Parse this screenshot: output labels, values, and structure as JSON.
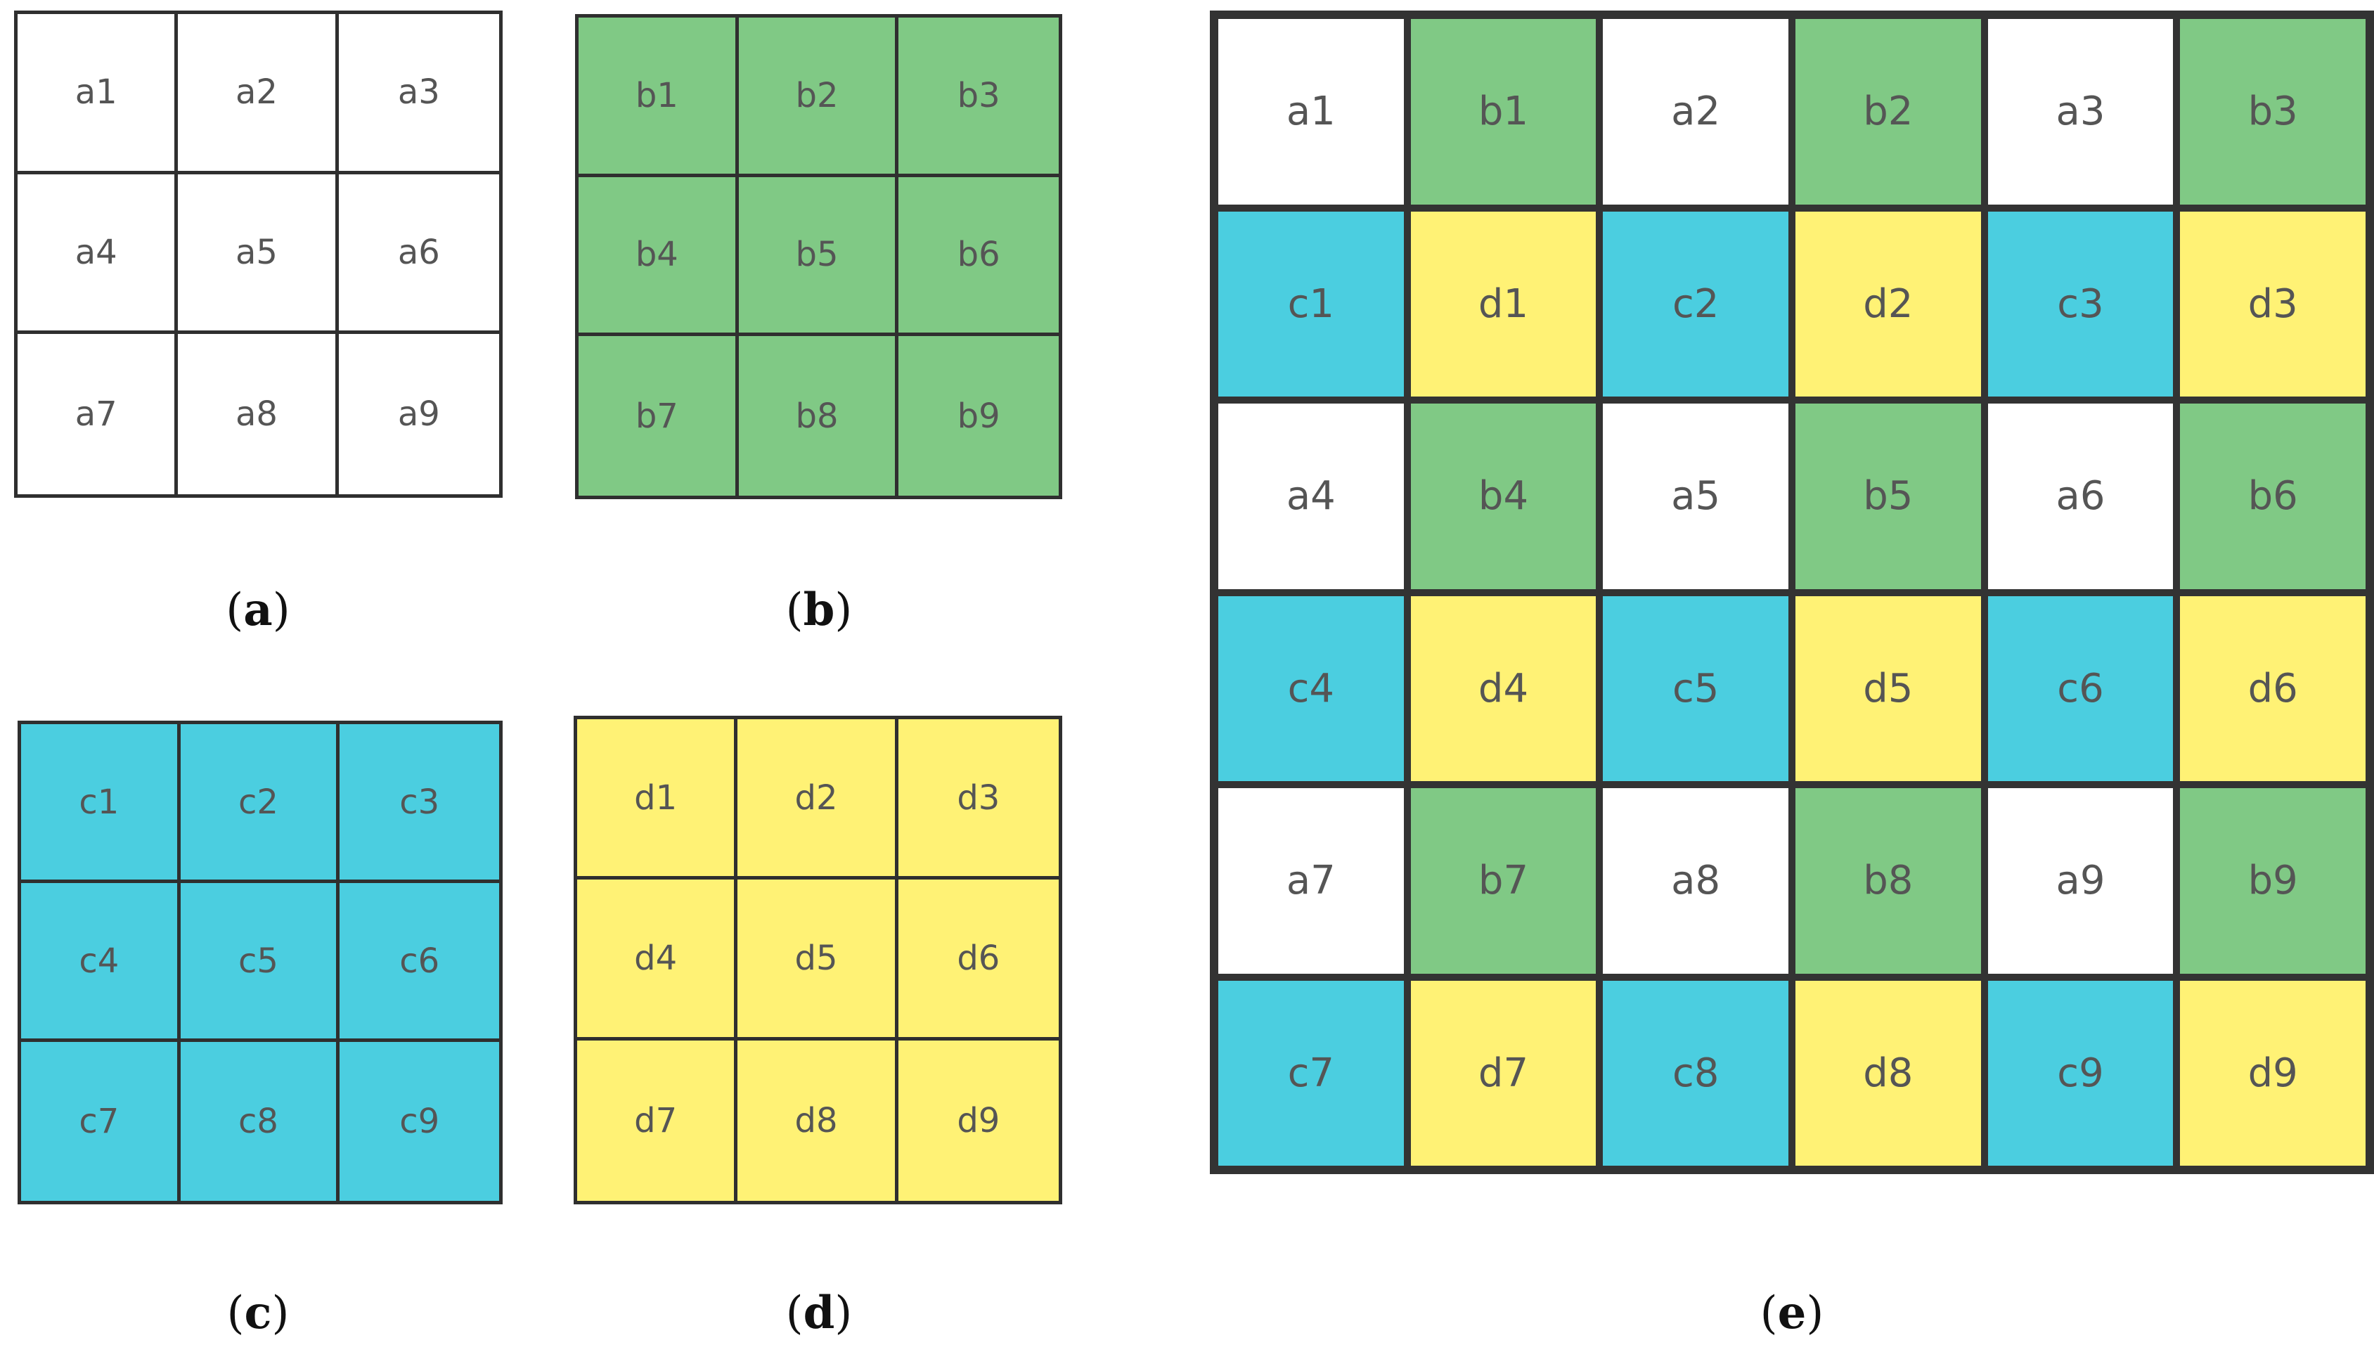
{
  "colors": {
    "a": "#ffffff",
    "b": "#80c985",
    "c": "#4bcee0",
    "d": "#fff275",
    "border": "#2f2f2f",
    "text": "#555555"
  },
  "panels": {
    "a": {
      "cells": [
        "a1",
        "a2",
        "a3",
        "a4",
        "a5",
        "a6",
        "a7",
        "a8",
        "a9"
      ],
      "label": "a"
    },
    "b": {
      "cells": [
        "b1",
        "b2",
        "b3",
        "b4",
        "b5",
        "b6",
        "b7",
        "b8",
        "b9"
      ],
      "label": "b"
    },
    "c": {
      "cells": [
        "c1",
        "c2",
        "c3",
        "c4",
        "c5",
        "c6",
        "c7",
        "c8",
        "c9"
      ],
      "label": "c"
    },
    "d": {
      "cells": [
        "d1",
        "d2",
        "d3",
        "d4",
        "d5",
        "d6",
        "d7",
        "d8",
        "d9"
      ],
      "label": "d"
    },
    "e": {
      "label": "e",
      "rows": [
        [
          "a1",
          "b1",
          "a2",
          "b2",
          "a3",
          "b3"
        ],
        [
          "c1",
          "d1",
          "c2",
          "d2",
          "c3",
          "d3"
        ],
        [
          "a4",
          "b4",
          "a5",
          "b5",
          "a6",
          "b6"
        ],
        [
          "c4",
          "d4",
          "c5",
          "d5",
          "c6",
          "d6"
        ],
        [
          "a7",
          "b7",
          "a8",
          "b8",
          "a9",
          "b9"
        ],
        [
          "c7",
          "d7",
          "c8",
          "d8",
          "c9",
          "d9"
        ]
      ]
    }
  }
}
